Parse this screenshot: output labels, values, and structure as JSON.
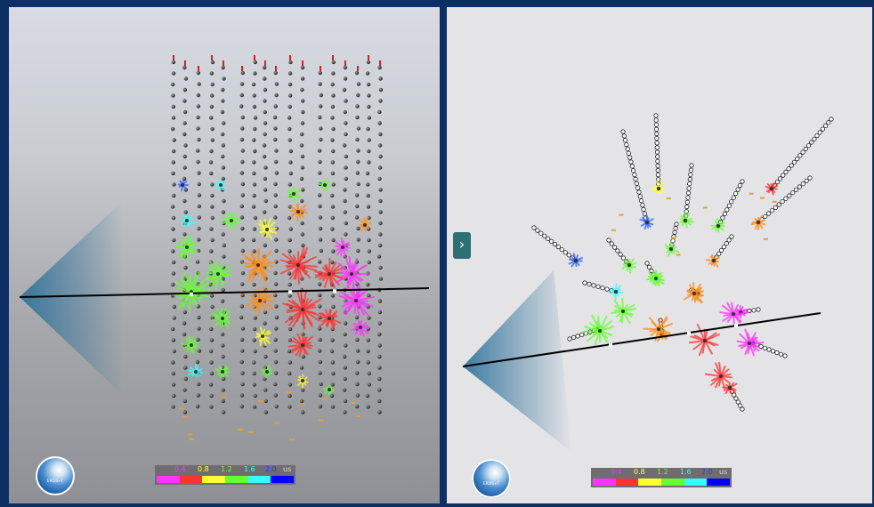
{
  "colorbar": {
    "labels": [
      "0.4",
      "0.8",
      "1.2",
      "1.6",
      "2.0"
    ],
    "unit": "us",
    "colors": [
      "#ff33ff",
      "#ff3333",
      "#ffff33",
      "#66ff33",
      "#33ffff",
      "#0000ff"
    ],
    "label_colors": [
      "#ff33ff",
      "#ffff33",
      "#66ff33",
      "#33ffff",
      "#3333ff"
    ]
  },
  "logo": {
    "text": "ERDIS+T"
  },
  "sidebar": {
    "expand_icon": "chevron-right-icon"
  },
  "colors": {
    "left_background_top": "#d9dbe3",
    "left_background_bottom": "#8e9095",
    "right_background": "#e4e3e6",
    "frame": "#0d2f63",
    "track": "#000000"
  }
}
